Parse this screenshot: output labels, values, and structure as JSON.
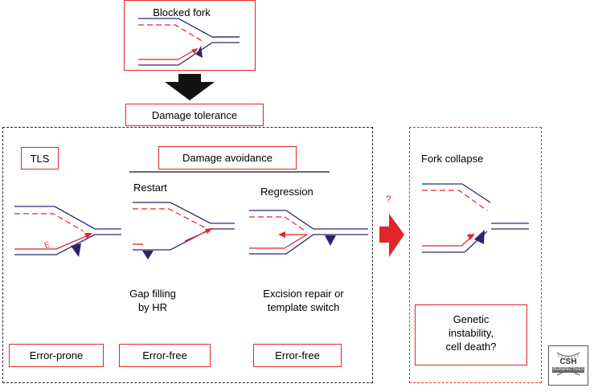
{
  "blocked_fork": {
    "title": "Blocked fork"
  },
  "damage_tolerance": {
    "label": "Damage tolerance"
  },
  "tls": {
    "label": "TLS"
  },
  "damage_avoidance": {
    "label": "Damage avoidance"
  },
  "restart": {
    "label": "Restart",
    "mechanism_line1": "Gap filling",
    "mechanism_line2": "by HR",
    "outcome": "Error-free"
  },
  "regression": {
    "label": "Regression",
    "mechanism_line1": "Excision repair or",
    "mechanism_line2": "template switch",
    "outcome": "Error-free"
  },
  "tls_outcome": {
    "label": "Error-prone"
  },
  "tls_polymerase_mark": "E",
  "transition": {
    "question": "?"
  },
  "fork_collapse": {
    "label": "Fork collapse",
    "outcome_line1": "Genetic",
    "outcome_line2": "instability,",
    "outcome_line3": "cell death?"
  },
  "logo": {
    "line1": "CSH",
    "line2": "PERSPECTIVES"
  },
  "colors": {
    "accent_red": "#e0262b",
    "strand_blue": "#2c2a6b",
    "lesion": "#2b2468",
    "arrow_black": "#111111"
  }
}
